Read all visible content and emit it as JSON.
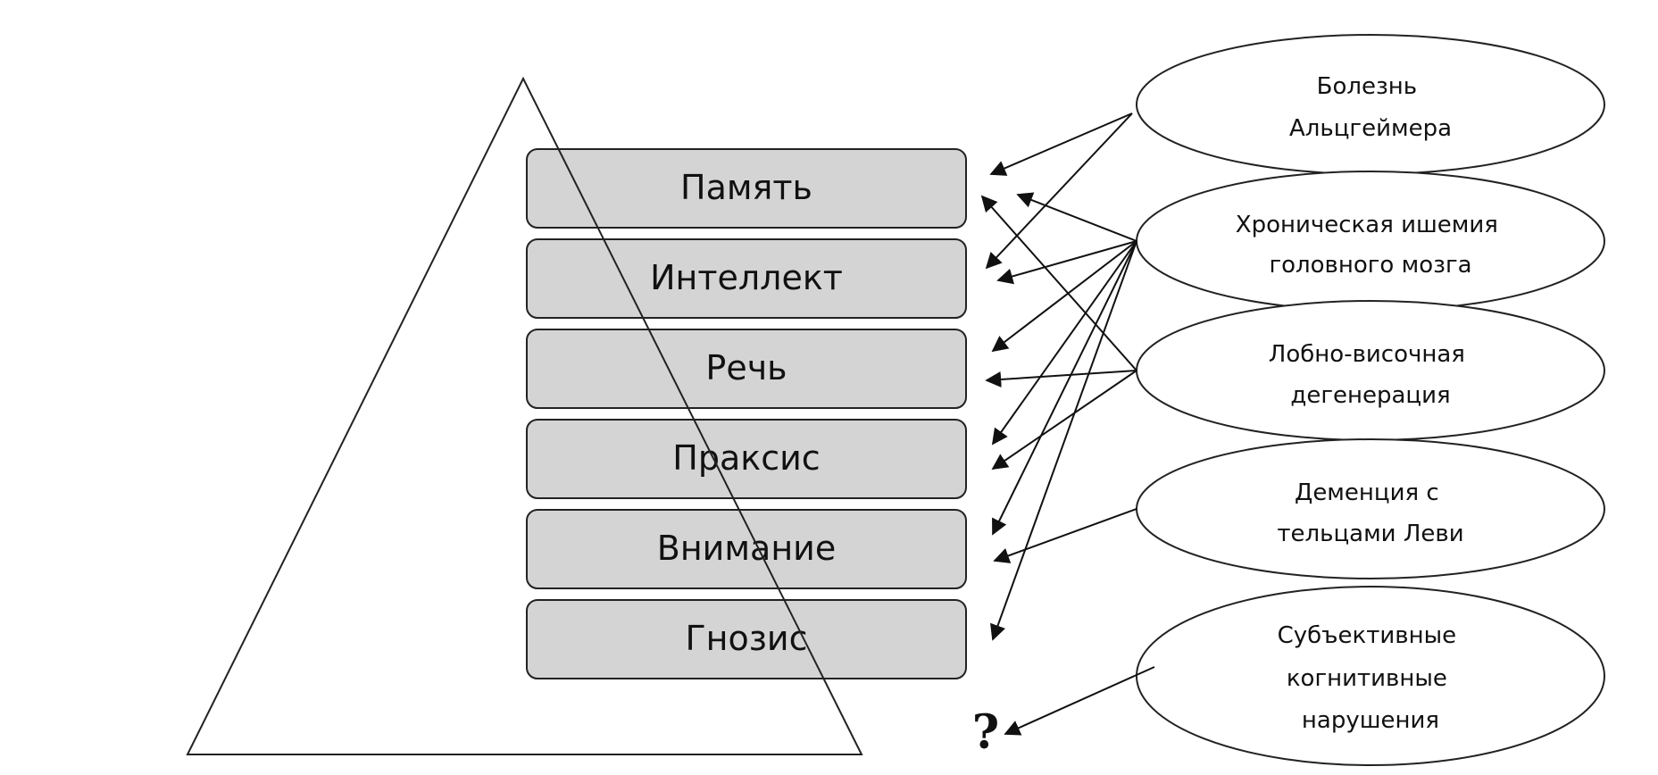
{
  "domains": [
    {
      "id": "memory",
      "label": "Память"
    },
    {
      "id": "intellect",
      "label": "Интеллект"
    },
    {
      "id": "speech",
      "label": "Речь"
    },
    {
      "id": "praxis",
      "label": "Праксис"
    },
    {
      "id": "attention",
      "label": "Внимание"
    },
    {
      "id": "gnosis",
      "label": "Гнозис"
    }
  ],
  "diseases": [
    {
      "id": "alzheimer",
      "lines": [
        "Болезнь",
        "Альцгеймера"
      ]
    },
    {
      "id": "ischemia",
      "lines": [
        "Хроническая ишемия",
        "головного мозга"
      ]
    },
    {
      "id": "ftd",
      "lines": [
        "Лобно-височная",
        "дегенерация"
      ]
    },
    {
      "id": "lewy",
      "lines": [
        "Деменция с",
        "тельцами Леви"
      ]
    },
    {
      "id": "scd",
      "lines": [
        "Субъективные",
        "когнитивные",
        "нарушения"
      ]
    }
  ],
  "links": [
    {
      "from": "alzheimer",
      "to": "memory"
    },
    {
      "from": "alzheimer",
      "to": "intellect"
    },
    {
      "from": "ischemia",
      "to": "memory"
    },
    {
      "from": "ischemia",
      "to": "intellect"
    },
    {
      "from": "ischemia",
      "to": "speech"
    },
    {
      "from": "ischemia",
      "to": "praxis"
    },
    {
      "from": "ischemia",
      "to": "attention"
    },
    {
      "from": "ischemia",
      "to": "gnosis"
    },
    {
      "from": "ftd",
      "to": "memory"
    },
    {
      "from": "ftd",
      "to": "speech"
    },
    {
      "from": "ftd",
      "to": "praxis"
    },
    {
      "from": "lewy",
      "to": "attention"
    },
    {
      "from": "scd",
      "to": "unknown"
    }
  ],
  "unknown_marker": "?"
}
